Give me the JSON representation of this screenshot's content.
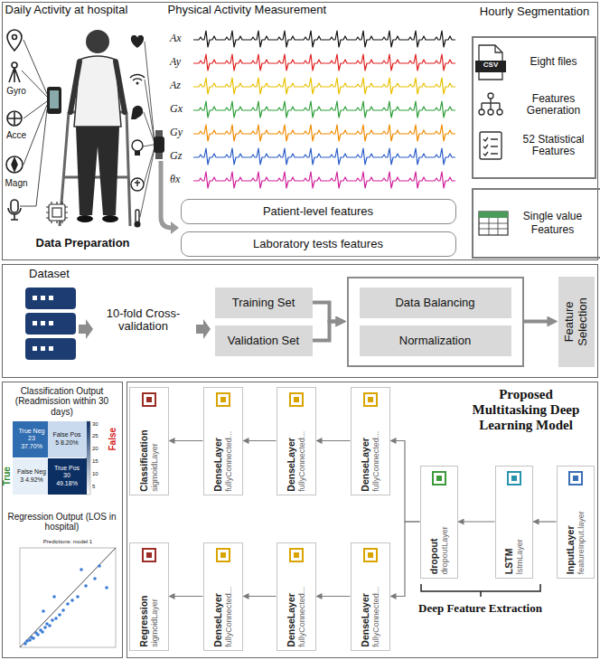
{
  "diagram": {
    "nodes": [
      {
        "text": [
          "Daily Activity at hospital",
          "Physical Activity Measurement",
          "Data Preparation"
        ]
      },
      {
        "text": [
          "Patient-level features"
        ],
        "in": 0
      },
      {
        "text": [
          "Laboratory tests features"
        ],
        "in": 0
      },
      {
        "text": [
          "Hourly Segmentation",
          "Eight files",
          "Features Generation",
          "52 Statistical Features"
        ],
        "in": 0
      },
      {
        "text": [
          "Single value Features"
        ],
        "in": 0
      },
      {
        "text": [
          "Dataset",
          "10-fold Cross-validation"
        ]
      },
      {
        "text": [
          "Training Set"
        ],
        "in": 5
      },
      {
        "text": [
          "Validation Set"
        ],
        "in": 5
      },
      {
        "text": [],
        "in": 5
      },
      {
        "text": [
          "Data Balancing"
        ],
        "in": 8
      },
      {
        "text": [
          "Normalization"
        ],
        "in": 8
      },
      {
        "text": [
          "Feature Selection"
        ],
        "in": 5
      },
      {
        "text": [
          "Classification Output (Readmission within 30 days)",
          "Regression Output (LOS in hospital)"
        ]
      },
      {
        "text": [
          "True Neg 23 37.70%"
        ],
        "in": 12
      },
      {
        "text": [
          "False Pos 5 8.20%"
        ],
        "in": 12
      },
      {
        "text": [
          "False Neg 3 4.92%"
        ],
        "in": 12
      },
      {
        "text": [
          "True Pos 30 49.18%"
        ],
        "in": 12
      },
      {
        "text": [
          "Proposed Multitasking Deep Learning Model",
          "Deep Feature Extraction"
        ]
      },
      {
        "text": [
          "InputLayer",
          "featureInput.layer"
        ],
        "in": 17
      },
      {
        "text": [
          "LSTM",
          "lstmLayer"
        ],
        "in": 17
      },
      {
        "text": [
          "dropout",
          "dropoutLayer"
        ],
        "in": 17
      },
      {
        "text": [
          "DenseLayer",
          "fullyConnected..."
        ],
        "in": 17
      },
      {
        "text": [
          "DenseLayer",
          "fullyConnected..."
        ],
        "in": 17
      },
      {
        "text": [
          "DenseLayer",
          "fullyConnected..."
        ],
        "in": 17
      },
      {
        "text": [
          "Classification",
          "sigmoidLayer"
        ],
        "in": 17
      },
      {
        "text": [
          "DenseLayer",
          "fullyConnected..."
        ],
        "in": 17
      },
      {
        "text": [
          "DenseLayer",
          "fullyConnected..."
        ],
        "in": 17
      },
      {
        "text": [
          "DenseLayer",
          "fullyConnected..."
        ],
        "in": 17
      },
      {
        "text": [
          "Regression",
          "sigmoidLayer"
        ],
        "in": 17
      }
    ],
    "edges": [
      {
        "from": 6,
        "to": 8,
        "arrow": "to"
      },
      {
        "from": 7,
        "to": 8,
        "arrow": "to"
      },
      {
        "from": 8,
        "to": 11,
        "arrow": "to"
      },
      {
        "from": 18,
        "to": 19,
        "arrow": "to"
      },
      {
        "from": 19,
        "to": 20,
        "arrow": "to"
      },
      {
        "from": 20,
        "to": 21,
        "arrow": "to"
      },
      {
        "from": 20,
        "to": 25,
        "arrow": "to"
      },
      {
        "from": 21,
        "to": 22,
        "arrow": "to"
      },
      {
        "from": 22,
        "to": 23,
        "arrow": "to"
      },
      {
        "from": 23,
        "to": 24,
        "arrow": "to"
      },
      {
        "from": 25,
        "to": 26,
        "arrow": "to"
      },
      {
        "from": 26,
        "to": 27,
        "arrow": "to"
      },
      {
        "from": 27,
        "to": 28,
        "arrow": "to"
      }
    ],
    "labels": [
      "Gyro",
      "Acce",
      "Magn",
      "Ax",
      "Ay",
      "Az",
      "Gx",
      "Gy",
      "Gz",
      "θx",
      "CSV",
      "True",
      "False",
      "30",
      "25",
      "20",
      "15",
      "10",
      "5",
      "Predictions: model 1"
    ]
  }
}
